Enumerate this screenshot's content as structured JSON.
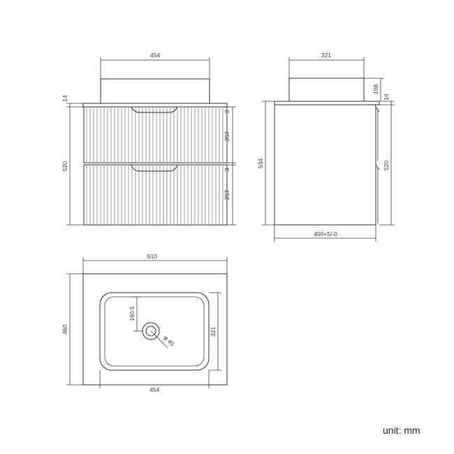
{
  "dimensions": {
    "front_basin_width": "454",
    "front_top_thickness": "14",
    "front_drawer_gap_top": "3",
    "front_drawer_height_top": "257",
    "front_drawer_gap_bottom": "3",
    "front_drawer_height_bottom": "257",
    "front_cabinet_height": "520",
    "side_basin_depth": "321",
    "side_basin_height": "108",
    "side_top_thickness": "14",
    "side_total_height": "534",
    "side_cabinet_height": "520",
    "side_depth": "450+5/-0",
    "plan_width": "610",
    "plan_depth": "460",
    "plan_basin_width": "454",
    "plan_basin_depth": "321",
    "plan_drain_offset": "160.5",
    "plan_drain_diameter": "φ 45"
  },
  "unit_label": "unit: mm"
}
